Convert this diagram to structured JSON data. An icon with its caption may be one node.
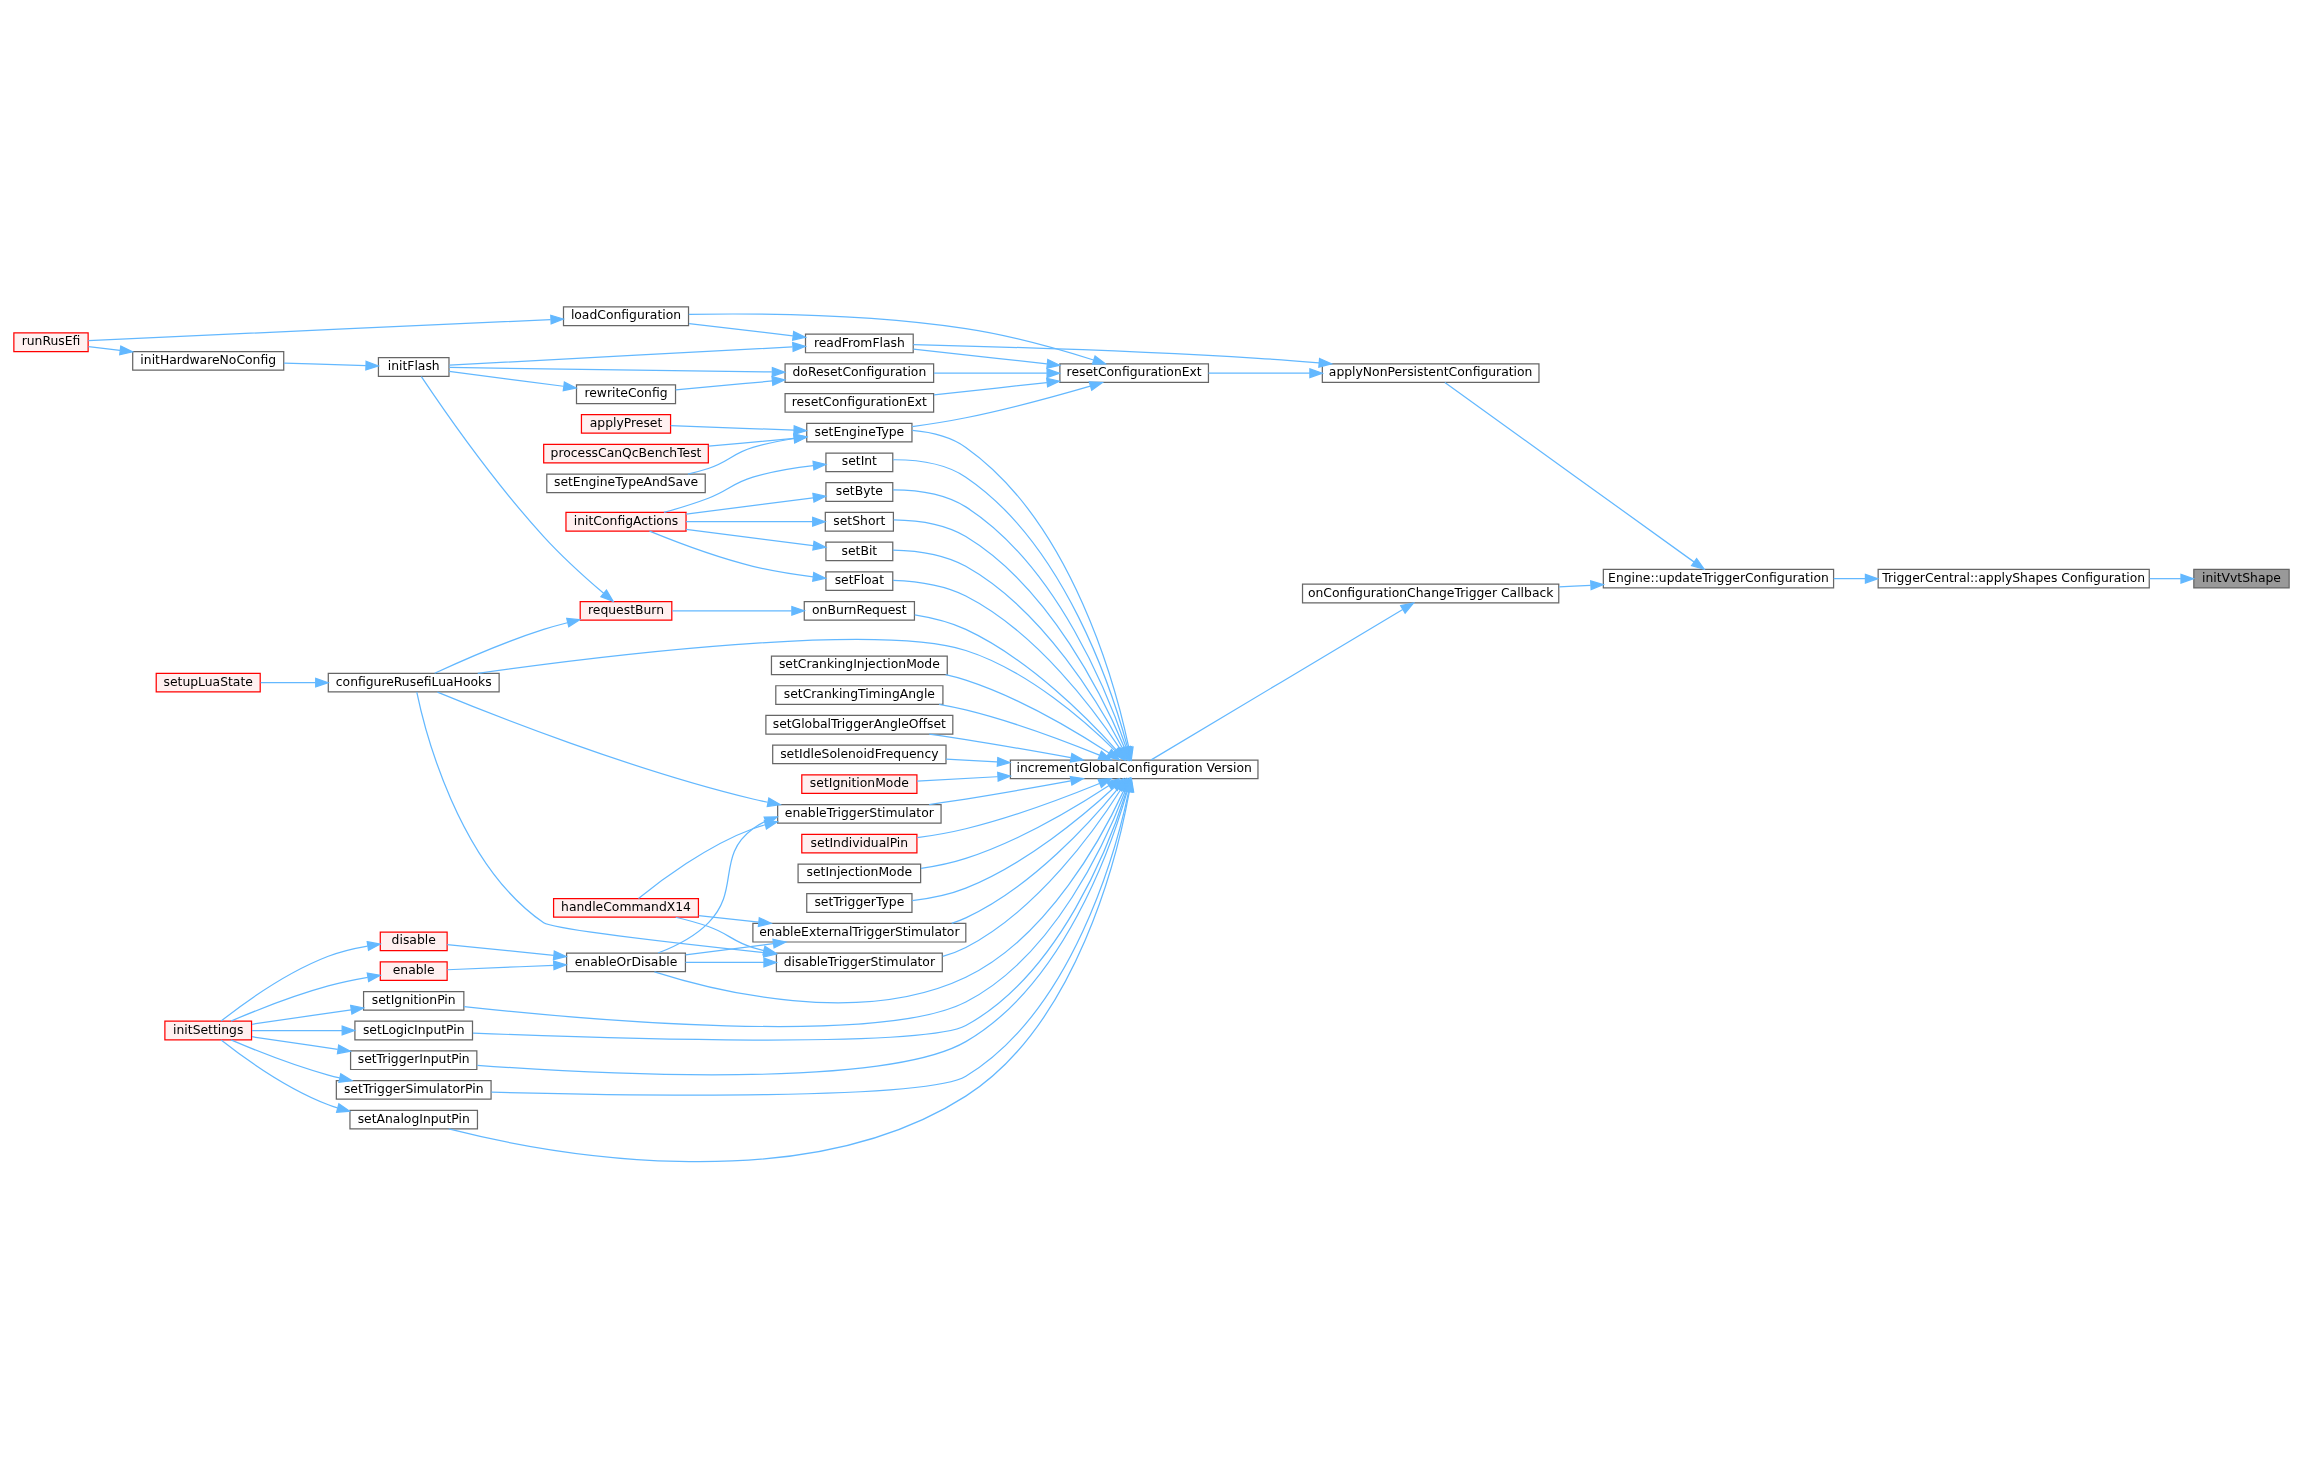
{
  "diagram": {
    "nodes": [
      {
        "text": [
          "initVvtShape"
        ]
      },
      {
        "text": [
          "TriggerCentral::applyShapes Configuration"
        ]
      },
      {
        "text": [
          "Engine::updateTriggerConfiguration"
        ]
      },
      {
        "text": [
          "applyNonPersistentConfiguration"
        ]
      },
      {
        "text": [
          "onConfigurationChangeTrigger Callback"
        ]
      },
      {
        "text": [
          "resetConfigurationExt"
        ]
      },
      {
        "text": [
          "incrementGlobalConfiguration Version"
        ]
      },
      {
        "text": [
          "readFromFlash"
        ]
      },
      {
        "text": [
          "loadConfiguration"
        ]
      },
      {
        "text": [
          "doResetConfiguration"
        ]
      },
      {
        "text": [
          "resetConfigurationExt"
        ]
      },
      {
        "text": [
          "setEngineType"
        ]
      },
      {
        "text": [
          "initFlash"
        ]
      },
      {
        "text": [
          "rewriteConfig"
        ]
      },
      {
        "text": [
          "runRusEfi"
        ]
      },
      {
        "text": [
          "initHardwareNoConfig"
        ]
      },
      {
        "text": [
          "applyPreset"
        ]
      },
      {
        "text": [
          "processCanQcBenchTest"
        ]
      },
      {
        "text": [
          "setEngineTypeAndSave"
        ]
      },
      {
        "text": [
          "setInt"
        ]
      },
      {
        "text": [
          "setByte"
        ]
      },
      {
        "text": [
          "setShort"
        ]
      },
      {
        "text": [
          "setBit"
        ]
      },
      {
        "text": [
          "setFloat"
        ]
      },
      {
        "text": [
          "initConfigActions"
        ]
      },
      {
        "text": [
          "onBurnRequest"
        ]
      },
      {
        "text": [
          "requestBurn"
        ]
      },
      {
        "text": [
          "configureRusefiLuaHooks"
        ]
      },
      {
        "text": [
          "setupLuaState"
        ]
      },
      {
        "text": [
          "setCrankingInjectionMode"
        ]
      },
      {
        "text": [
          "setCrankingTimingAngle"
        ]
      },
      {
        "text": [
          "setGlobalTriggerAngleOffset"
        ]
      },
      {
        "text": [
          "setIdleSolenoidFrequency"
        ]
      },
      {
        "text": [
          "setIgnitionMode"
        ]
      },
      {
        "text": [
          "enableTriggerStimulator"
        ]
      },
      {
        "text": [
          "setIndividualPin"
        ]
      },
      {
        "text": [
          "setInjectionMode"
        ]
      },
      {
        "text": [
          "setTriggerType"
        ]
      },
      {
        "text": [
          "enableExternalTriggerStimulator"
        ]
      },
      {
        "text": [
          "disableTriggerStimulator"
        ]
      },
      {
        "text": [
          "handleCommandX14"
        ]
      },
      {
        "text": [
          "enableOrDisable"
        ]
      },
      {
        "text": [
          "disable"
        ]
      },
      {
        "text": [
          "enable"
        ]
      },
      {
        "text": [
          "setIgnitionPin"
        ]
      },
      {
        "text": [
          "setLogicInputPin"
        ]
      },
      {
        "text": [
          "setTriggerInputPin"
        ]
      },
      {
        "text": [
          "setTriggerSimulatorPin"
        ]
      },
      {
        "text": [
          "setAnalogInputPin"
        ]
      },
      {
        "text": [
          "initSettings"
        ]
      }
    ],
    "edges": [
      {
        "from": 1,
        "to": 0,
        "arrow": "to"
      },
      {
        "from": 2,
        "to": 1,
        "arrow": "to"
      },
      {
        "from": 3,
        "to": 2,
        "arrow": "to"
      },
      {
        "from": 4,
        "to": 2,
        "arrow": "to"
      },
      {
        "from": 5,
        "to": 3,
        "arrow": "to"
      },
      {
        "from": 7,
        "to": 3,
        "arrow": "to"
      },
      {
        "from": 6,
        "to": 4,
        "arrow": "to"
      },
      {
        "from": 7,
        "to": 5,
        "arrow": "to"
      },
      {
        "from": 8,
        "to": 5,
        "arrow": "to"
      },
      {
        "from": 9,
        "to": 5,
        "arrow": "to"
      },
      {
        "from": 10,
        "to": 5,
        "arrow": "to"
      },
      {
        "from": 11,
        "to": 5,
        "arrow": "to"
      },
      {
        "from": 8,
        "to": 7,
        "arrow": "to"
      },
      {
        "from": 12,
        "to": 7,
        "arrow": "to"
      },
      {
        "from": 14,
        "to": 8,
        "arrow": "to"
      },
      {
        "from": 12,
        "to": 13,
        "arrow": "to"
      },
      {
        "from": 12,
        "to": 9,
        "arrow": "to"
      },
      {
        "from": 13,
        "to": 9,
        "arrow": "to"
      },
      {
        "from": 15,
        "to": 12,
        "arrow": "to"
      },
      {
        "from": 14,
        "to": 15,
        "arrow": "to"
      },
      {
        "from": 16,
        "to": 11,
        "arrow": "to"
      },
      {
        "from": 17,
        "to": 11,
        "arrow": "to"
      },
      {
        "from": 18,
        "to": 11,
        "arrow": "to"
      },
      {
        "from": 11,
        "to": 6,
        "arrow": "to"
      },
      {
        "from": 19,
        "to": 6,
        "arrow": "to"
      },
      {
        "from": 20,
        "to": 6,
        "arrow": "to"
      },
      {
        "from": 21,
        "to": 6,
        "arrow": "to"
      },
      {
        "from": 22,
        "to": 6,
        "arrow": "to"
      },
      {
        "from": 23,
        "to": 6,
        "arrow": "to"
      },
      {
        "from": 25,
        "to": 6,
        "arrow": "to"
      },
      {
        "from": 27,
        "to": 6,
        "arrow": "to"
      },
      {
        "from": 29,
        "to": 6,
        "arrow": "to"
      },
      {
        "from": 30,
        "to": 6,
        "arrow": "to"
      },
      {
        "from": 31,
        "to": 6,
        "arrow": "to"
      },
      {
        "from": 32,
        "to": 6,
        "arrow": "to"
      },
      {
        "from": 33,
        "to": 6,
        "arrow": "to"
      },
      {
        "from": 34,
        "to": 6,
        "arrow": "to"
      },
      {
        "from": 35,
        "to": 6,
        "arrow": "to"
      },
      {
        "from": 36,
        "to": 6,
        "arrow": "to"
      },
      {
        "from": 37,
        "to": 6,
        "arrow": "to"
      },
      {
        "from": 38,
        "to": 6,
        "arrow": "to"
      },
      {
        "from": 39,
        "to": 6,
        "arrow": "to"
      },
      {
        "from": 41,
        "to": 6,
        "arrow": "to"
      },
      {
        "from": 44,
        "to": 6,
        "arrow": "to"
      },
      {
        "from": 45,
        "to": 6,
        "arrow": "to"
      },
      {
        "from": 46,
        "to": 6,
        "arrow": "to"
      },
      {
        "from": 47,
        "to": 6,
        "arrow": "to"
      },
      {
        "from": 48,
        "to": 6,
        "arrow": "to"
      },
      {
        "from": 24,
        "to": 19,
        "arrow": "to"
      },
      {
        "from": 24,
        "to": 20,
        "arrow": "to"
      },
      {
        "from": 24,
        "to": 21,
        "arrow": "to"
      },
      {
        "from": 24,
        "to": 22,
        "arrow": "to"
      },
      {
        "from": 24,
        "to": 23,
        "arrow": "to"
      },
      {
        "from": 26,
        "to": 25,
        "arrow": "to"
      },
      {
        "from": 12,
        "to": 26,
        "arrow": "to"
      },
      {
        "from": 27,
        "to": 26,
        "arrow": "to"
      },
      {
        "from": 28,
        "to": 27,
        "arrow": "to"
      },
      {
        "from": 27,
        "to": 34,
        "arrow": "to"
      },
      {
        "from": 40,
        "to": 34,
        "arrow": "to"
      },
      {
        "from": 41,
        "to": 34,
        "arrow": "to"
      },
      {
        "from": 40,
        "to": 38,
        "arrow": "to"
      },
      {
        "from": 41,
        "to": 38,
        "arrow": "to"
      },
      {
        "from": 27,
        "to": 39,
        "arrow": "to"
      },
      {
        "from": 40,
        "to": 39,
        "arrow": "to"
      },
      {
        "from": 41,
        "to": 39,
        "arrow": "to"
      },
      {
        "from": 42,
        "to": 41,
        "arrow": "to"
      },
      {
        "from": 43,
        "to": 41,
        "arrow": "to"
      },
      {
        "from": 49,
        "to": 42,
        "arrow": "to"
      },
      {
        "from": 49,
        "to": 43,
        "arrow": "to"
      },
      {
        "from": 49,
        "to": 44,
        "arrow": "to"
      },
      {
        "from": 49,
        "to": 45,
        "arrow": "to"
      },
      {
        "from": 49,
        "to": 46,
        "arrow": "to"
      },
      {
        "from": 49,
        "to": 47,
        "arrow": "to"
      },
      {
        "from": 49,
        "to": 48,
        "arrow": "to"
      }
    ]
  }
}
